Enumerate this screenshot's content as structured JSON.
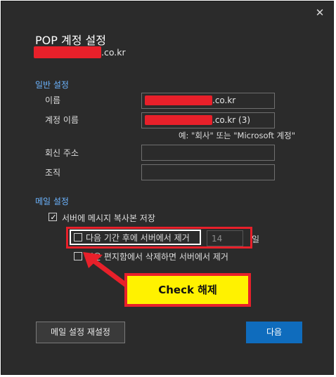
{
  "dialog": {
    "close_glyph": "✕",
    "title": "POP 계정 설정",
    "account_email_suffix": ".co.kr"
  },
  "general": {
    "section_title": "일반 설정",
    "name_label": "이름",
    "name_value_suffix": ".co.kr",
    "account_name_label": "계정 이름",
    "account_name_value_suffix": ".co.kr (3)",
    "account_name_hint": "예: \"회사\" 또는 \"Microsoft 계정\"",
    "reply_address_label": "회신 주소",
    "organization_label": "조직"
  },
  "mail": {
    "section_title": "메일 설정",
    "leave_copy_label": "서버에 메시지 복사본 저장",
    "leave_copy_checked": true,
    "remove_after_label": "다음 기간 후에 서버에서 제거",
    "remove_after_checked": false,
    "remove_after_days": "14",
    "days_unit": "일",
    "remove_deleted_label": "지운 편지함에서 삭제하면 서버에서 제거",
    "remove_deleted_checked": false
  },
  "annotation": {
    "callout_text": "Check 해제",
    "colors": {
      "frame": "#e8202a",
      "callout_bg": "#fff200"
    }
  },
  "buttons": {
    "reset_label": "메일 설정 재설정",
    "next_label": "다음"
  },
  "colors": {
    "dialog_bg": "#2b2b2b",
    "accent": "#6cb4ff",
    "primary_button": "#0f6cbd"
  },
  "icons": {
    "close": "close-icon",
    "check": "checkmark-icon",
    "arrow": "arrow-annotation-icon"
  }
}
